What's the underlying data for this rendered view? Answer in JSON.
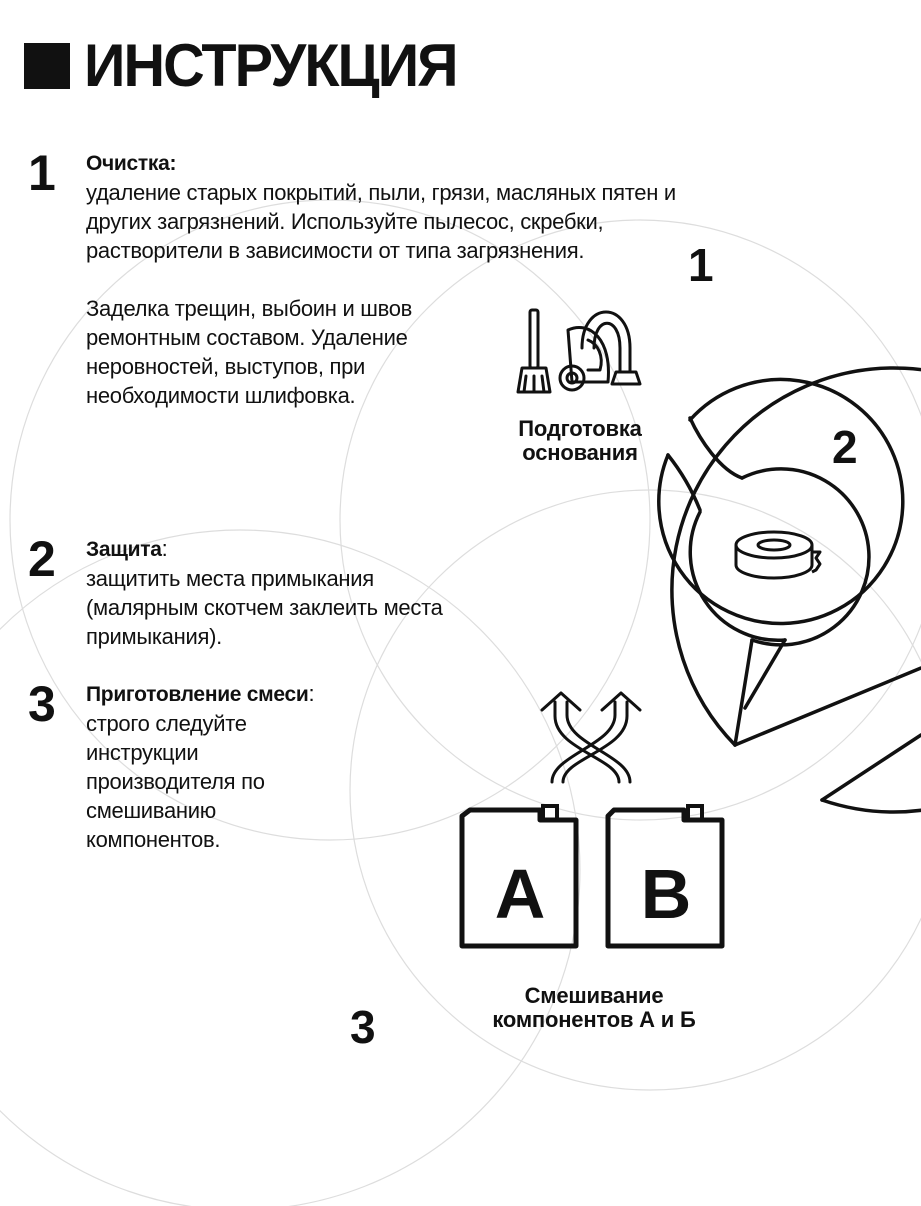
{
  "header": {
    "title": "ИНСТРУКЦИЯ"
  },
  "steps": [
    {
      "number": "1",
      "title": "Очистка:",
      "title_suffix": "",
      "paragraphs": [
        "удаление старых покрытий, пыли, грязи, масляных пятен и других загрязнений. Используйте пылесос, скребки, растворители в зависимости от типа загрязнения.",
        "Заделка трещин, выбоин и швов ремонтным составом. Удаление неровностей, выступов, при необходимости шлифовка."
      ]
    },
    {
      "number": "2",
      "title": "Защита",
      "title_suffix": ":",
      "paragraphs": [
        "защитить места примыкания (малярным скотчем заклеить места примыкания)."
      ]
    },
    {
      "number": "3",
      "title": "Приготовление смеси",
      "title_suffix": ":",
      "paragraphs": [
        "строго следуйте инструкции производителя по смешиванию компонентов."
      ]
    }
  ],
  "diagram": {
    "circle1": {
      "number": "1",
      "label_line1": "Подготовка",
      "label_line2": "основания",
      "icon": "cleaning-tools-icon"
    },
    "circle2": {
      "number": "2",
      "icon": "masking-tape-icon"
    },
    "circle3": {
      "number": "3",
      "label_line1": "Смешивание",
      "label_line2": "компонентов А и Б",
      "icon": "canister-a-b-icon"
    },
    "canister_a": "A",
    "canister_b": "B"
  },
  "colors": {
    "ink": "#111111",
    "background_circles": "#d9d9d9",
    "background": "#ffffff"
  }
}
